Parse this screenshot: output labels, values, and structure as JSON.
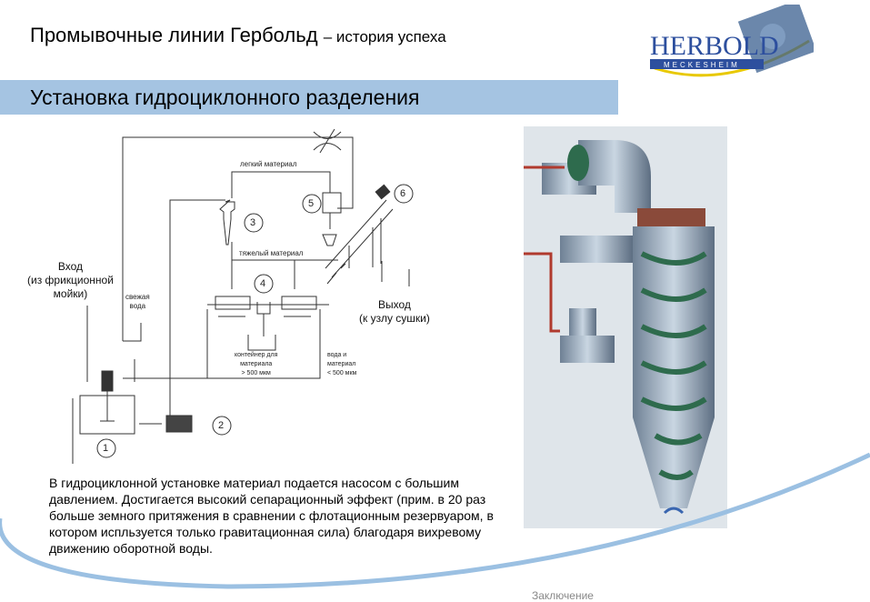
{
  "header": {
    "title": "Промывочные линии Гербольд",
    "subtitle": "– история успеха",
    "logo_text": "HERBOLD",
    "logo_sub": "MECKESHEIM"
  },
  "section": {
    "title": "Установка гидроциклонного разделения"
  },
  "diagram": {
    "inlet": "Вход\n(из фрикционной\nмойки)",
    "fresh_water": "свежая\nвода",
    "light_material": "легкий материал",
    "heavy_material": "тяжелый материал",
    "container": "контейнер для\nматериала\n> 500 мкм",
    "water_material": "вода и\nматериал\n< 500 мкм",
    "outlet": "Выход\n(к узлу сушки)",
    "numbers": [
      "1",
      "2",
      "3",
      "4",
      "5",
      "6"
    ]
  },
  "description": "В гидроциклонной установке материал подается насосом с большим давлением. Достигается высокий сепарационный эффект (прим. в 20 раз больше земного притяжения в сравнении с флотационным резервуаром, в котором испльзуется только гравитационная сила) благодаря вихревому движению оборотной воды.",
  "footer": {
    "next": "Заключение"
  }
}
